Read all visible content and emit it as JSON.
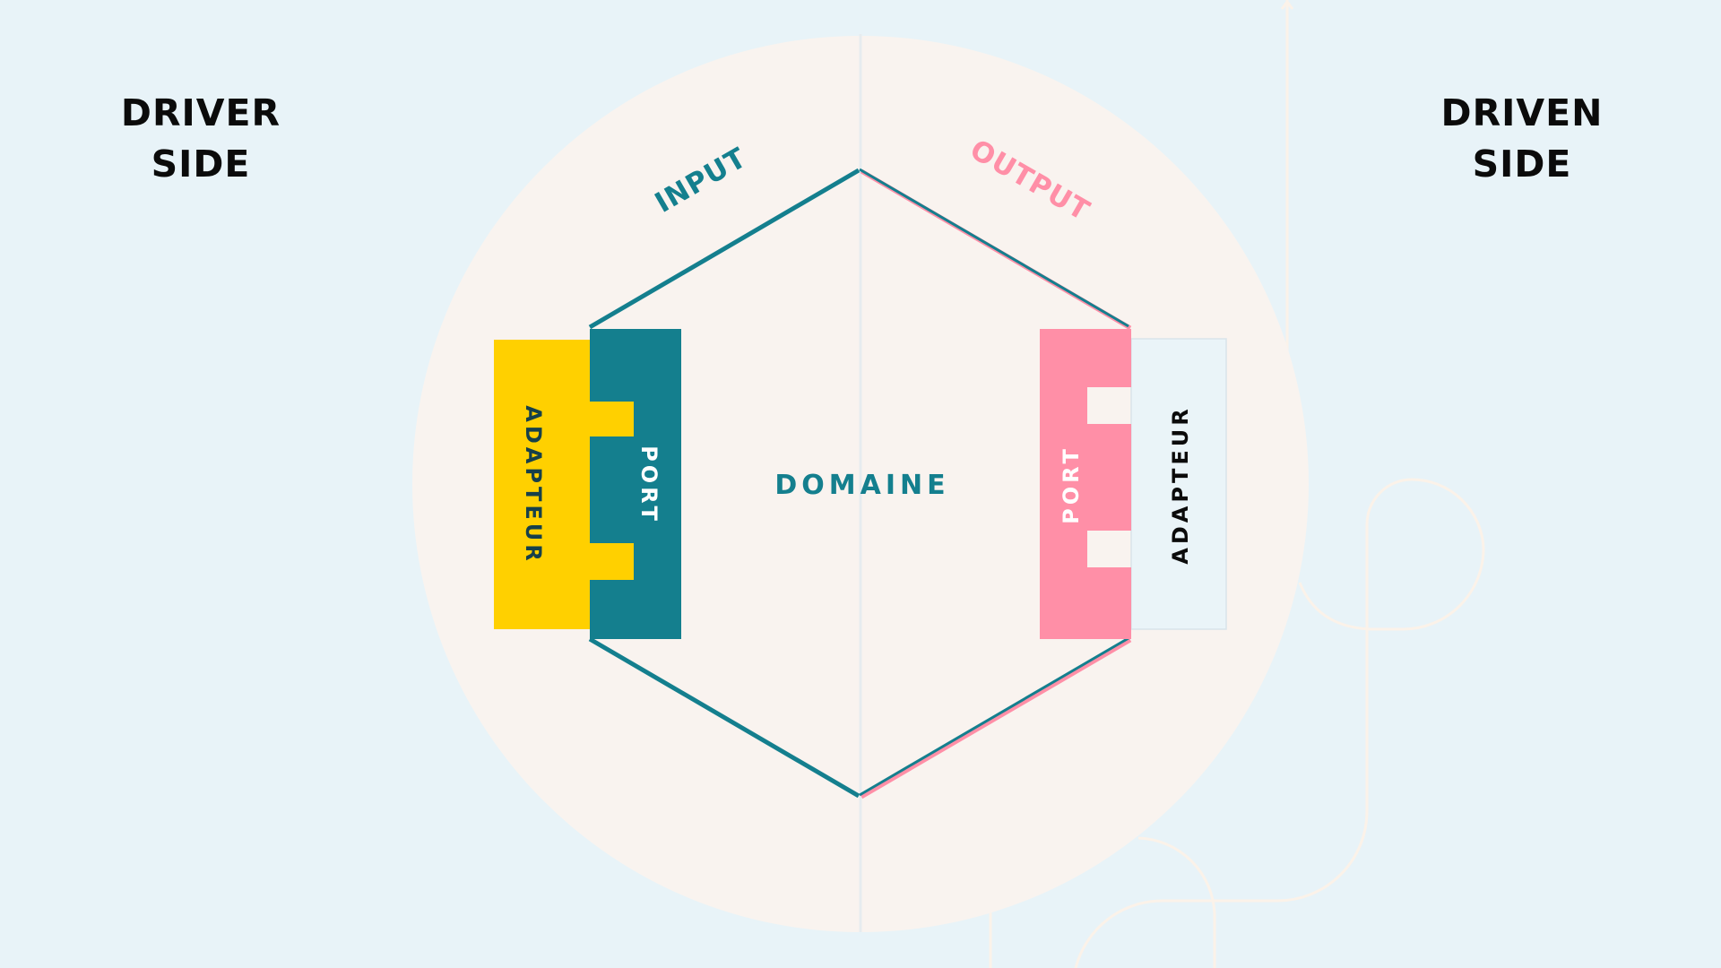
{
  "driver_side": {
    "line1": "DRIVER",
    "line2": "SIDE"
  },
  "driven_side": {
    "line1": "DRIVEN",
    "line2": "SIDE"
  },
  "labels": {
    "input": "INPUT",
    "output": "OUTPUT",
    "domain": "DOMAINE",
    "left_port": "PORT",
    "left_adapter": "ADAPTEUR",
    "right_port": "PORT",
    "right_adapter": "ADAPTEUR"
  },
  "colors": {
    "background": "#e8f3f8",
    "circle": "#f9f3ef",
    "teal": "#147f8e",
    "pink": "#ff8fa7",
    "yellow": "#ffd000",
    "adapter_light": "#eaf4f8",
    "decor_lines": "#fbf2e9"
  }
}
